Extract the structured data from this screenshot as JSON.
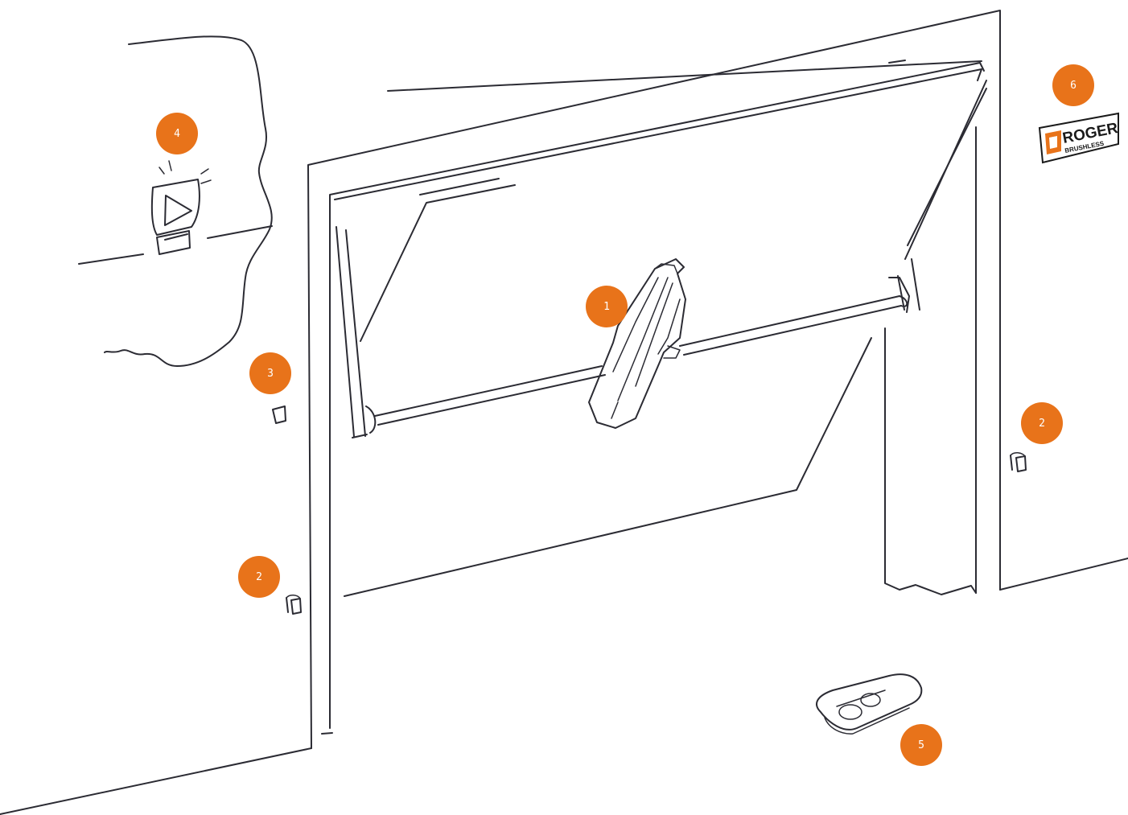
{
  "colors": {
    "accent": "#e8731a",
    "line": "#2b2b33"
  },
  "callouts": [
    {
      "id": "gate-motor",
      "label": "1"
    },
    {
      "id": "photocell-right",
      "label": "2"
    },
    {
      "id": "photocell-left",
      "label": "2"
    },
    {
      "id": "key-selector",
      "label": "3"
    },
    {
      "id": "flashing-light",
      "label": "4"
    },
    {
      "id": "remote-control",
      "label": "5"
    },
    {
      "id": "brand-logo",
      "label": "6"
    }
  ],
  "logo": {
    "line1": "ROGER",
    "line2": "BRUSHLESS"
  }
}
